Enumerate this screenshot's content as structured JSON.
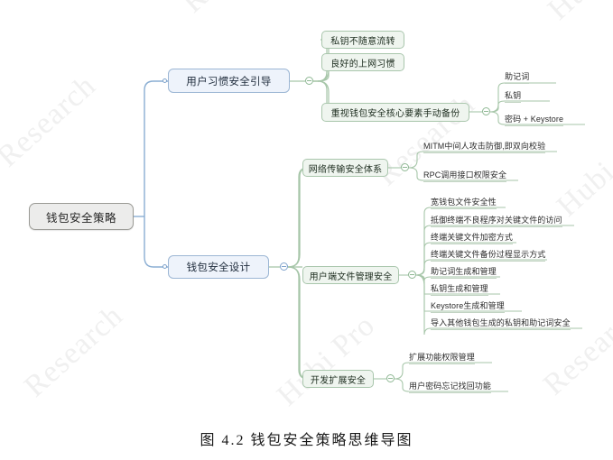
{
  "figure": {
    "caption": "图 4.2 钱包安全策略思维导图"
  },
  "colors": {
    "root_fill": "#ececeb",
    "root_border": "#9a9a95",
    "blue_fill": "#eef3fb",
    "blue_border": "#9cb6d4",
    "blue_link": "#8aaed3",
    "green_fill": "#eff5ef",
    "green_border": "#a9c6ac",
    "green_link": "#a7c6a9",
    "leaf_underline": "#c2d4c3",
    "watermark": "#f0f0f0",
    "background": "#ffffff"
  },
  "mindmap": {
    "root": {
      "label": "钱包安全策略"
    },
    "branches": [
      {
        "label": "用户习惯安全引导",
        "children": [
          {
            "label": "私钥不随意流转",
            "type": "box",
            "children": []
          },
          {
            "label": "良好的上网习惯",
            "type": "box",
            "children": []
          },
          {
            "label": "重视钱包安全核心要素手动备份",
            "type": "box",
            "children": [
              {
                "label": "助记词"
              },
              {
                "label": "私钥"
              },
              {
                "label": "密码 + Keystore"
              }
            ]
          }
        ]
      },
      {
        "label": "钱包安全设计",
        "children": [
          {
            "label": "网络传输安全体系",
            "type": "box",
            "children": [
              {
                "label": "MITM中间人攻击防御,即双向校验"
              },
              {
                "label": "RPC调用接口权限安全"
              }
            ]
          },
          {
            "label": "用户端文件管理安全",
            "type": "box",
            "children": [
              {
                "label": "宽钱包文件安全性"
              },
              {
                "label": "抵御终端不良程序对关键文件的访问"
              },
              {
                "label": "终端关键文件加密方式"
              },
              {
                "label": "终端关键文件备份过程显示方式"
              },
              {
                "label": "助记词生成和管理"
              },
              {
                "label": "私钥生成和管理"
              },
              {
                "label": "Keystore生成和管理"
              },
              {
                "label": "导入其他钱包生成的私钥和助记词安全"
              }
            ]
          },
          {
            "label": "开发扩展安全",
            "type": "box",
            "children": [
              {
                "label": "扩展功能权限管理"
              },
              {
                "label": "用户密码忘记找回功能"
              }
            ]
          }
        ]
      }
    ]
  },
  "watermarks": [
    {
      "text": "Research"
    },
    {
      "text": "Hubi Pro"
    },
    {
      "text": "Research"
    },
    {
      "text": "Hubi"
    },
    {
      "text": "Research"
    },
    {
      "text": "Hubi Pro"
    }
  ]
}
